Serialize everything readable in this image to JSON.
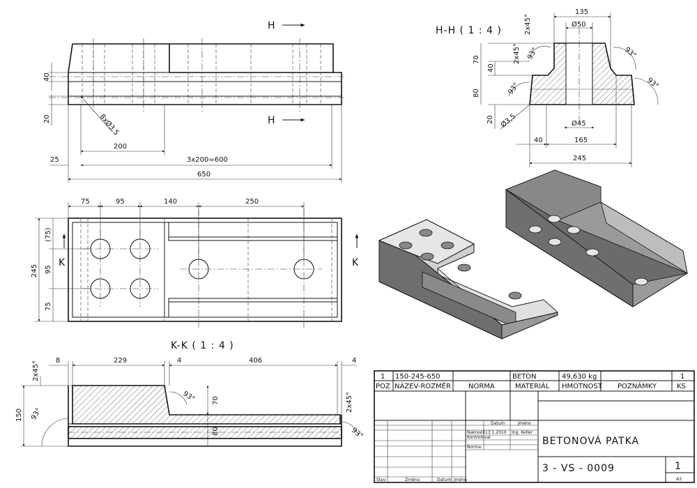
{
  "views": {
    "front": {
      "section_label_top": "H",
      "section_label_bottom": "H",
      "dims": {
        "d40": "40",
        "d20": "20",
        "holes": "8xØ3,5",
        "d200": "200",
        "d25": "25",
        "d600": "3x200=600",
        "d650": "650"
      }
    },
    "top": {
      "section_label_left": "K",
      "section_label_right": "K",
      "dims": {
        "d75": "75",
        "d95": "95",
        "d140": "140",
        "d250": "250",
        "d245": "245",
        "d75p": "(75)",
        "d95v": "95",
        "d75v": "75"
      }
    },
    "section_kk": {
      "title": "K-K  ( 1 : 4 )",
      "dims": {
        "d8": "8",
        "d229": "229",
        "d4a": "4",
        "d406": "406",
        "d4b": "4",
        "c2x45a": "2x45°",
        "c2x45b": "2x45°",
        "d150": "150",
        "a93a": "93°",
        "a93b": "93°",
        "a93c": "93°",
        "d70": "70",
        "d80": "80"
      }
    },
    "section_hh": {
      "title": "H-H  ( 1 : 4 )",
      "dims": {
        "d135": "135",
        "d50": "Ø50",
        "c2x45a": "2x45°",
        "c2x45b": "2x45°",
        "d70": "70",
        "d40": "40",
        "d80": "80",
        "d20": "20",
        "a93a": "93°",
        "a93b": "93°",
        "a93c": "93°",
        "a93d": "93°",
        "d35": "Ø3,5",
        "d45": "Ø45",
        "d40b": "40",
        "d165": "165",
        "d245": "245"
      }
    }
  },
  "parts_list": {
    "row": {
      "poz": "1",
      "name": "150-245-650",
      "norma": "",
      "material": "BETON",
      "weight": "49,630 kg",
      "notes": "",
      "ks": "1"
    },
    "headers": {
      "poz": "POZ",
      "name": "NÁZEV-ROZMĚR",
      "norma": "NORMA",
      "material": "MATERIÁL",
      "weight": "HMOTNOST",
      "notes": "POZNÁMKY",
      "ks": "KS"
    }
  },
  "title_block": {
    "col_datum": "Datum",
    "col_jmeno": "Jméno",
    "row_nakreslil": "Nakreslil",
    "row_kontroloval": "Kontroloval",
    "row_normalizace": "Norma",
    "date": "13.1.2010",
    "author": "Ing. Keller",
    "drawing_title": "BETONOVÁ PATKA",
    "drawing_number": "3 - VS - 0009",
    "sheet": "1",
    "format": "A3",
    "bottom_labels": {
      "stav": "Stav",
      "zmena": "Změna",
      "datum": "Datum",
      "jmeno": "Jméno"
    }
  }
}
